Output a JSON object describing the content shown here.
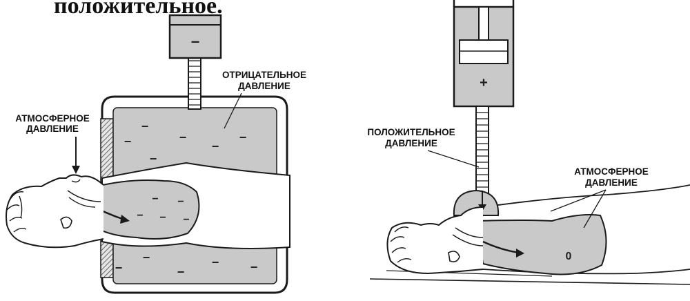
{
  "header": {
    "text": "положительное."
  },
  "left_panel": {
    "atmospheric_label": [
      "АТМОСФЕРНОЕ",
      "ДАВЛЕНИЕ"
    ],
    "negative_label": [
      "ОТРИЦАТЕЛЬНОЕ",
      "ДАВЛЕНИЕ"
    ],
    "pump_sign": "−",
    "chamber_sign": "−",
    "lung_sign": "−"
  },
  "right_panel": {
    "positive_label": [
      "ПОЛОЖИТЕЛЬНОЕ",
      "ДАВЛЕНИЕ"
    ],
    "atmospheric_label": [
      "АТМОСФЕРНОЕ",
      "ДАВЛЕНИЕ"
    ],
    "pump_sign": "+",
    "lung_sign": "0"
  },
  "colors": {
    "fill": "#c9c9c9",
    "line": "#1a1a1a",
    "background": "#ffffff"
  }
}
